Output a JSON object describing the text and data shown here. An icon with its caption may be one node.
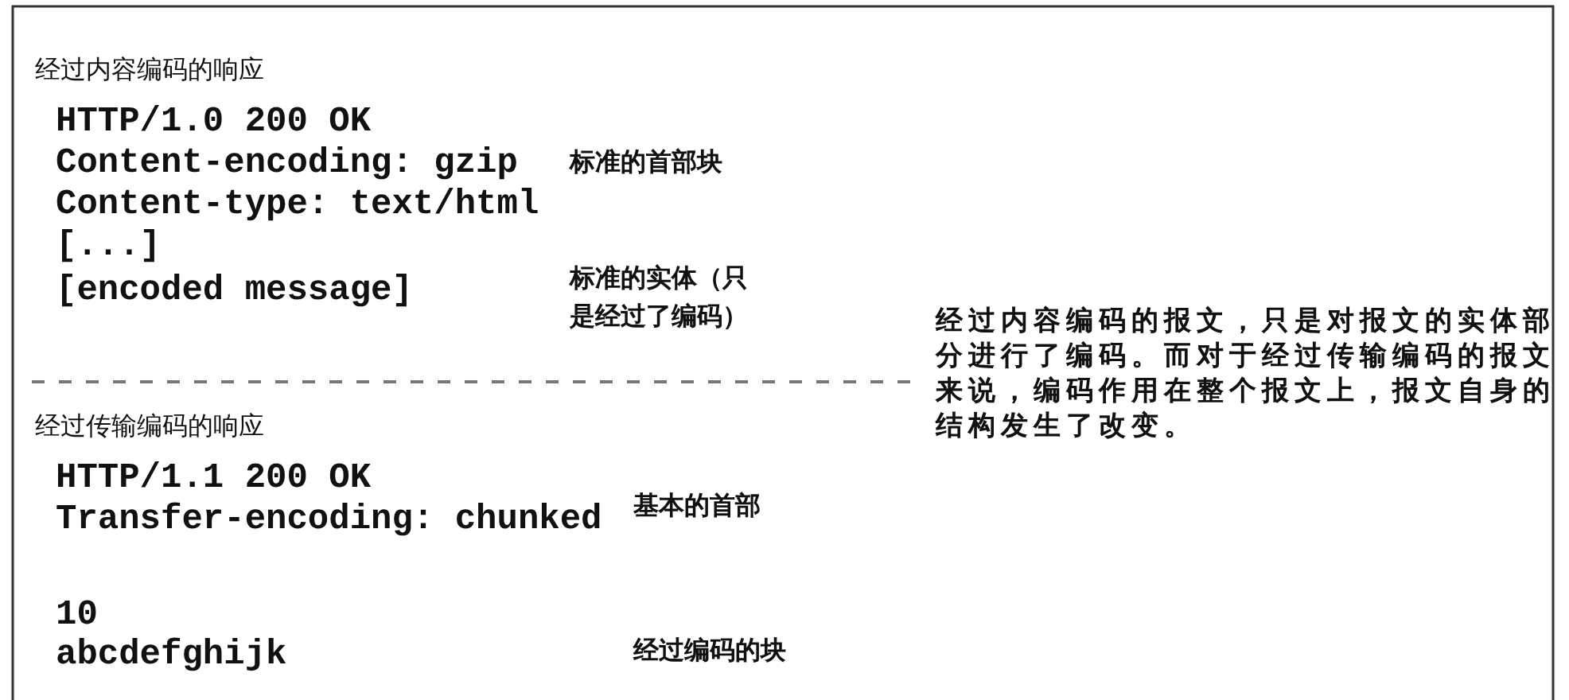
{
  "diagram": {
    "labels": [
      "经过内容编码的响应",
      "HTTP/1.0 200 OK",
      "Content-encoding: gzip",
      "标准的首部块",
      "Content-type: text/html",
      "[...]",
      "[encoded message]",
      "标准的实体（只是经过了编码）",
      "经过内容编码的报文，只是对报文的实体部分进行了编码。而对于经过传输编码的报文来说，编码作用在整个报文上，报文自身的结构发生了改变。",
      "经过传输编码的响应",
      "HTTP/1.1 200 OK",
      "Transfer-encoding: chunked",
      "基本的首部",
      "10",
      "abcdefghijk",
      "经过编码的块"
    ]
  }
}
